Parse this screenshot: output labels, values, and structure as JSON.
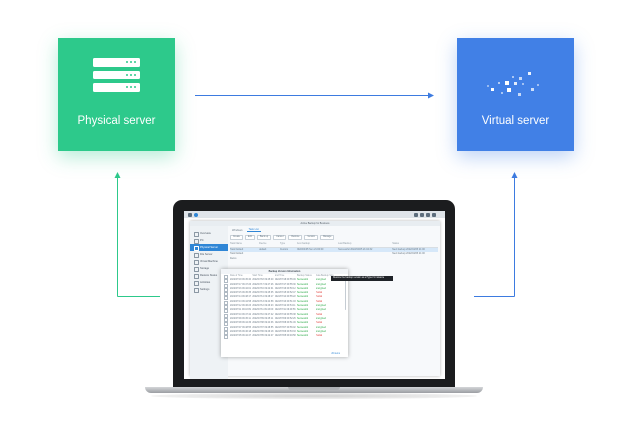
{
  "nodes": {
    "physical": {
      "label": "Physical server",
      "color": "#2dc98b"
    },
    "virtual": {
      "label": "Virtual server",
      "color": "#4180e6"
    }
  },
  "connector_color": "#3d7be0",
  "laptop_screen": {
    "window_title": "Active Backup for Business",
    "sidebar": [
      {
        "label": "Overview",
        "icon": "overview-icon"
      },
      {
        "label": "PC",
        "icon": "pc-icon"
      },
      {
        "label": "Physical Server",
        "icon": "server-icon",
        "active": true
      },
      {
        "label": "File Server",
        "icon": "file-server-icon"
      },
      {
        "label": "Virtual Machine",
        "icon": "vm-icon"
      },
      {
        "label": "Storage",
        "icon": "storage-icon"
      },
      {
        "label": "Restore Status",
        "icon": "restore-icon"
      },
      {
        "label": "Activities",
        "icon": "activities-icon"
      },
      {
        "label": "Settings",
        "icon": "settings-icon"
      }
    ],
    "tabs": [
      "Windows",
      "Task List"
    ],
    "buttons": [
      "Create",
      "Edit",
      "Back up",
      "Cancel",
      "Restore",
      "Version",
      "Manage"
    ],
    "table_headers": [
      "Task Name",
      "Device",
      "Type",
      "Next backup",
      "Last Backup",
      "Status"
    ],
    "table_rows": [
      [
        "Task Default",
        "default",
        "Custom",
        "2022/04/05 Sun 21:00:00",
        "Successful 2022/04/05 21:04:32",
        "Next backup 2022/04/05 21:00"
      ],
      [
        "Task Default",
        "",
        "",
        "",
        "",
        "Next backup 2022/04/05 21:00"
      ],
      [
        "Demo",
        "",
        "",
        "",
        "",
        ""
      ]
    ],
    "dialog": {
      "title": "Backup Version Information",
      "headers": [
        "Date & Time",
        "Start Time",
        "End Time",
        "Backup Status",
        "Data Backup Size"
      ],
      "rows": [
        [
          "2022/07/18 09:45:40",
          "2022/07/18 09:45:40",
          "2022/07/18 09:55:49",
          "Successful",
          "Encrypted",
          "ok"
        ],
        [
          "2022/07/17 09:47:26",
          "2022/07/17 09:47:26",
          "2022/07/17 09:55:30",
          "Successful",
          "Encrypted",
          "ok"
        ],
        [
          "2022/07/16 09:42:01",
          "2022/07/16 09:42:01",
          "2022/07/16 09:50:12",
          "Successful",
          "Encrypted",
          "ok"
        ],
        [
          "2022/07/15 09:45:35",
          "2022/07/15 09:45:35",
          "2022/07/15 09:52:47",
          "Successful",
          "Partial",
          "fail"
        ],
        [
          "2022/07/14 09:48:17",
          "2022/07/14 09:48:17",
          "2022/07/14 09:55:22",
          "Successful",
          "Partial",
          "fail"
        ],
        [
          "2022/07/13 09:44:58",
          "2022/07/13 09:44:58",
          "2022/07/13 09:51:03",
          "Successful",
          "Partial",
          "fail"
        ],
        [
          "2022/07/12 09:46:23",
          "2022/07/12 09:46:23",
          "2022/07/12 09:54:11",
          "Successful",
          "Encrypted",
          "ok"
        ],
        [
          "2022/07/11 09:43:09",
          "2022/07/11 09:43:09",
          "2022/07/11 09:49:56",
          "Successful",
          "Encrypted",
          "ok"
        ],
        [
          "2022/07/10 09:47:42",
          "2022/07/10 09:47:42",
          "2022/07/10 09:55:38",
          "Successful",
          "Partial",
          "fail"
        ],
        [
          "2022/07/09 09:45:11",
          "2022/07/09 09:45:11",
          "2022/07/09 09:52:26",
          "Successful",
          "Encrypted",
          "ok"
        ],
        [
          "2022/07/08 09:44:36",
          "2022/07/08 09:44:36",
          "2022/07/08 09:51:49",
          "Successful",
          "Partial",
          "fail"
        ],
        [
          "2022/07/07 09:48:55",
          "2022/07/07 09:48:55",
          "2022/07/07 09:56:02",
          "Successful",
          "Encrypted",
          "ok"
        ],
        [
          "2022/07/06 09:46:18",
          "2022/07/06 09:46:18",
          "2022/07/06 09:53:33",
          "Successful",
          "Encrypted",
          "ok"
        ],
        [
          "2022/07/05 09:42:47",
          "2022/07/05 09:42:47",
          "2022/07/05 09:49:58",
          "Successful",
          "Partial",
          "fail"
        ]
      ],
      "footer": "20 items"
    },
    "tooltip": "Restore the backup version as a Hyper-V instance"
  }
}
